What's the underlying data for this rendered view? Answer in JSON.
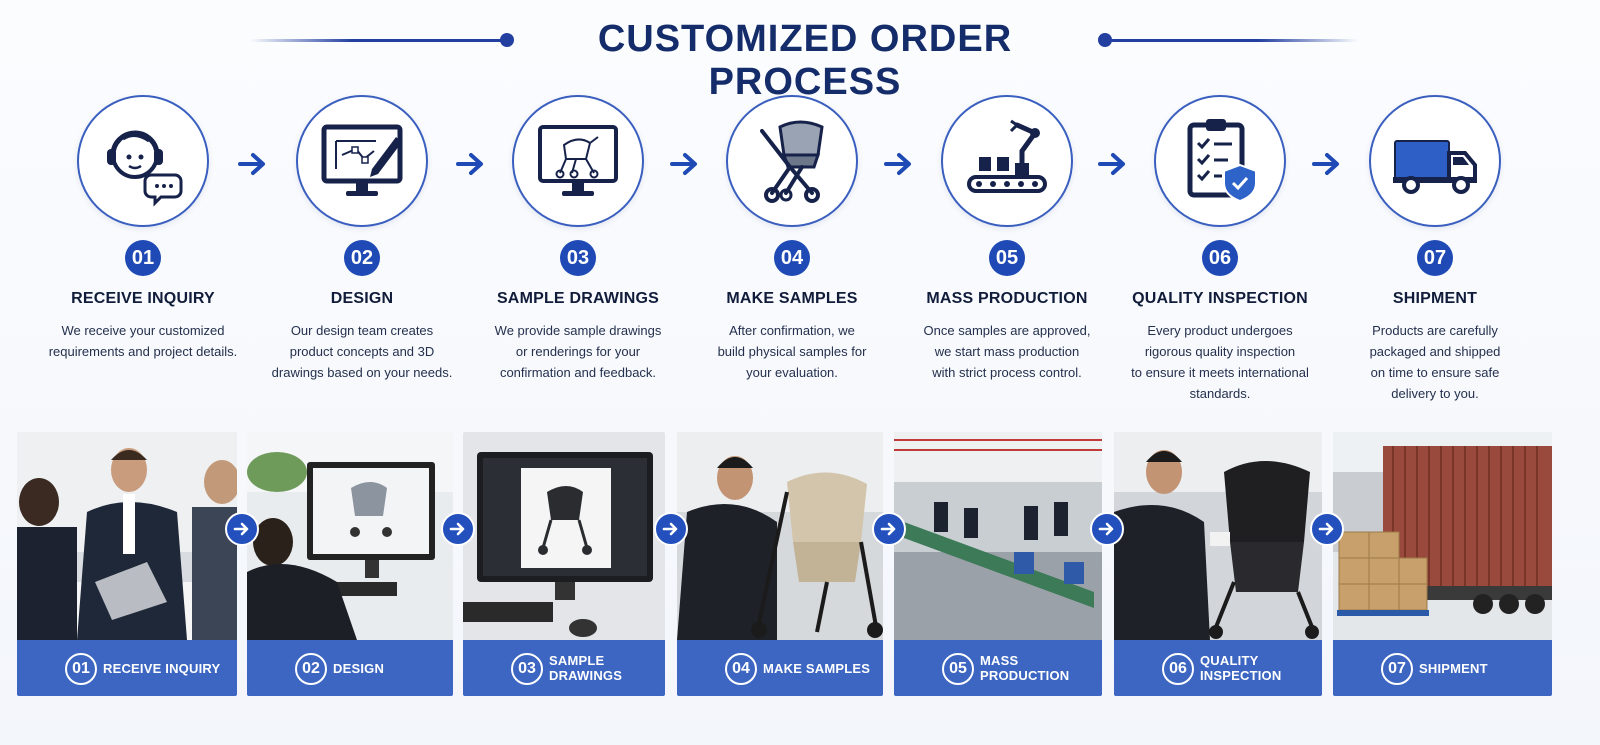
{
  "title": "CUSTOMIZED ORDER PROCESS",
  "colors": {
    "accent": "#1f4ab5",
    "caption_bg": "#3c66c1",
    "title": "#152c6b"
  },
  "steps": [
    {
      "num": "01",
      "title": "RECEIVE INQUIRY",
      "desc": "We receive your customized\nrequirements and project details.",
      "icon": "headset-agent-icon"
    },
    {
      "num": "02",
      "title": "DESIGN",
      "desc": "Our design team creates\nproduct concepts and 3D\ndrawings based on your needs.",
      "icon": "design-monitor-icon"
    },
    {
      "num": "03",
      "title": "SAMPLE DRAWINGS",
      "desc": "We provide sample drawings\nor renderings for your\nconfirmation and feedback.",
      "icon": "stroller-drawing-monitor-icon"
    },
    {
      "num": "04",
      "title": "MAKE SAMPLES",
      "desc": "After confirmation, we\nbuild physical samples for\nyour evaluation.",
      "icon": "stroller-icon"
    },
    {
      "num": "05",
      "title": "MASS PRODUCTION",
      "desc": "Once samples are approved,\nwe start mass production\nwith strict process control.",
      "icon": "robot-arm-conveyor-icon"
    },
    {
      "num": "06",
      "title": "QUALITY INSPECTION",
      "desc": "Every product undergoes\nrigorous quality inspection\nto ensure it meets international\nstandards.",
      "icon": "checklist-shield-icon"
    },
    {
      "num": "07",
      "title": "SHIPMENT",
      "desc": "Products are carefully\npackaged and shipped\non time to ensure safe\ndelivery to you.",
      "icon": "delivery-truck-icon"
    }
  ],
  "photos": [
    {
      "num": "01",
      "label": "RECEIVE INQUIRY"
    },
    {
      "num": "02",
      "label": "DESIGN"
    },
    {
      "num": "03",
      "label": "SAMPLE DRAWINGS"
    },
    {
      "num": "04",
      "label": "MAKE SAMPLES"
    },
    {
      "num": "05",
      "label": "MASS PRODUCTION"
    },
    {
      "num": "06",
      "label": "QUALITY INSPECTION"
    },
    {
      "num": "07",
      "label": "SHIPMENT"
    }
  ]
}
